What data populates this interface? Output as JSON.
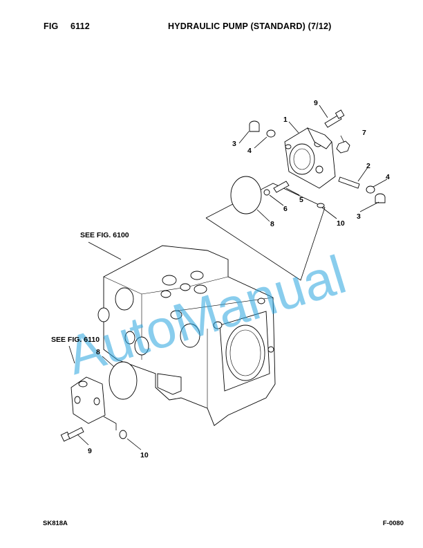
{
  "header": {
    "fig_label": "FIG",
    "fig_number": "6112",
    "title": "HYDRAULIC PUMP (STANDARD) (7/12)"
  },
  "references": {
    "main_housing": "SEE FIG. 6100",
    "lower_block": "SEE FIG. 6110"
  },
  "callouts": [
    "1",
    "2",
    "3",
    "4",
    "5",
    "6",
    "7",
    "8",
    "9",
    "10",
    "3",
    "4",
    "8",
    "9",
    "10"
  ],
  "watermark": "AutoManual",
  "footer": {
    "sheet": "SK818A",
    "code": "F-0080"
  },
  "colors": {
    "watermark": "#2aa5e0",
    "ink": "#000000"
  }
}
